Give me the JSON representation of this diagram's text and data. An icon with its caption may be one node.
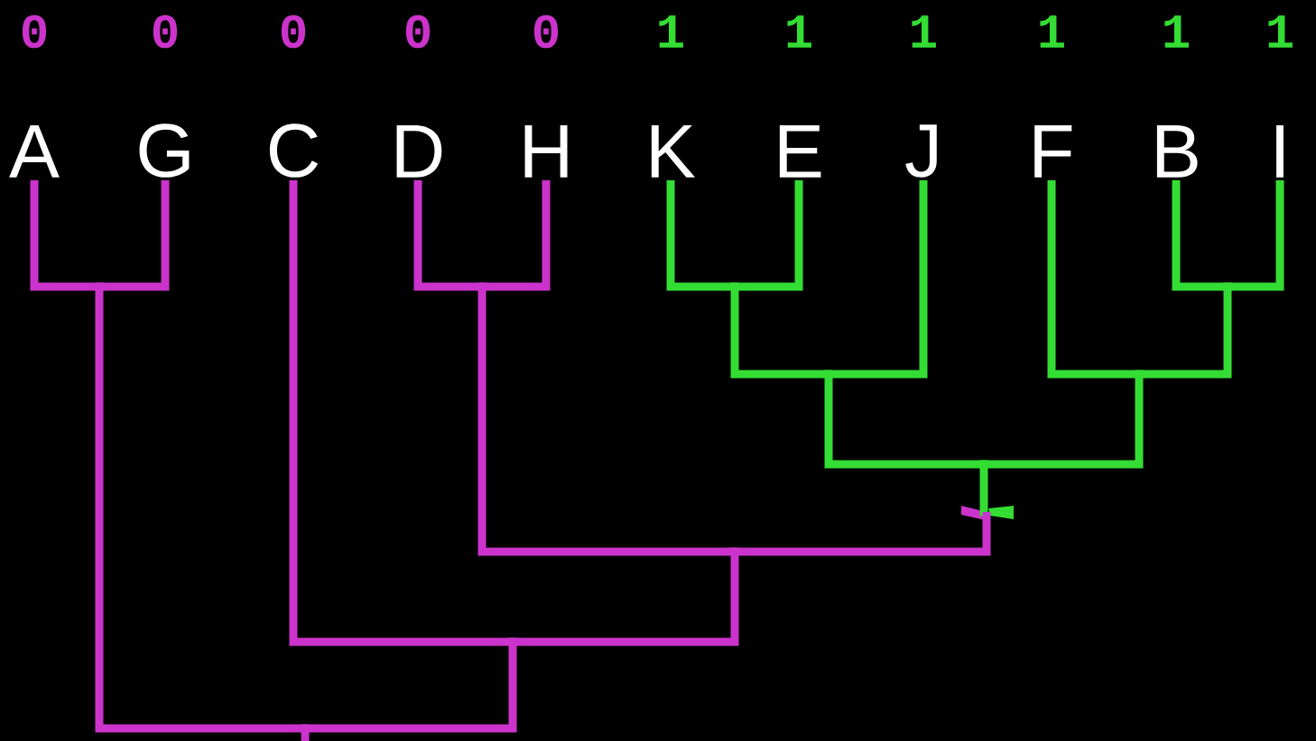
{
  "diagram": {
    "nodes": [
      {
        "text": [
          "A"
        ],
        "beside": [
          "0"
        ]
      },
      {
        "text": [
          "G"
        ],
        "beside": [
          "0"
        ]
      },
      {
        "text": [
          "C"
        ],
        "beside": [
          "0"
        ]
      },
      {
        "text": [
          "D"
        ],
        "beside": [
          "0"
        ]
      },
      {
        "text": [
          "H"
        ],
        "beside": [
          "0"
        ]
      },
      {
        "text": [
          "K"
        ],
        "beside": [
          "1"
        ]
      },
      {
        "text": [
          "E"
        ],
        "beside": [
          "1"
        ]
      },
      {
        "text": [
          "J"
        ],
        "beside": [
          "1"
        ]
      },
      {
        "text": [
          "F"
        ],
        "beside": [
          "1"
        ]
      },
      {
        "text": [
          "B"
        ],
        "beside": [
          "1"
        ]
      },
      {
        "text": [
          "I"
        ],
        "beside": [
          "1"
        ]
      },
      {
        "text": [],
        "shape": "junction"
      },
      {
        "text": [],
        "shape": "junction"
      },
      {
        "text": [],
        "shape": "junction"
      },
      {
        "text": [],
        "shape": "junction"
      },
      {
        "text": [],
        "shape": "junction"
      },
      {
        "text": [],
        "shape": "junction"
      },
      {
        "text": [],
        "shape": "junction"
      },
      {
        "text": [],
        "shape": "bar"
      },
      {
        "text": [],
        "shape": "junction"
      },
      {
        "text": [],
        "shape": "junction"
      },
      {
        "text": [],
        "shape": "junction"
      }
    ],
    "edges": [
      {
        "from": 11,
        "to": 0,
        "arrow": "none",
        "color": "#cc33cc"
      },
      {
        "from": 11,
        "to": 1,
        "arrow": "none",
        "color": "#cc33cc"
      },
      {
        "from": 12,
        "to": 3,
        "arrow": "none",
        "color": "#cc33cc"
      },
      {
        "from": 12,
        "to": 4,
        "arrow": "none",
        "color": "#cc33cc"
      },
      {
        "from": 13,
        "to": 5,
        "arrow": "none",
        "color": "#33dd33"
      },
      {
        "from": 13,
        "to": 6,
        "arrow": "none",
        "color": "#33dd33"
      },
      {
        "from": 14,
        "to": 13,
        "arrow": "none",
        "color": "#33dd33"
      },
      {
        "from": 14,
        "to": 7,
        "arrow": "none",
        "color": "#33dd33"
      },
      {
        "from": 15,
        "to": 9,
        "arrow": "none",
        "color": "#33dd33"
      },
      {
        "from": 15,
        "to": 10,
        "arrow": "none",
        "color": "#33dd33"
      },
      {
        "from": 16,
        "to": 8,
        "arrow": "none",
        "color": "#33dd33"
      },
      {
        "from": 16,
        "to": 15,
        "arrow": "none",
        "color": "#33dd33"
      },
      {
        "from": 17,
        "to": 14,
        "arrow": "none",
        "color": "#33dd33"
      },
      {
        "from": 17,
        "to": 16,
        "arrow": "none",
        "color": "#33dd33"
      },
      {
        "from": 18,
        "to": 17,
        "arrow": "none",
        "color": "#33dd33"
      },
      {
        "from": 19,
        "to": 12,
        "arrow": "none",
        "color": "#cc33cc"
      },
      {
        "from": 19,
        "to": 18,
        "arrow": "none",
        "color": "#cc33cc"
      },
      {
        "from": 20,
        "to": 2,
        "arrow": "none",
        "color": "#cc33cc"
      },
      {
        "from": 20,
        "to": 19,
        "arrow": "none",
        "color": "#cc33cc"
      },
      {
        "from": 21,
        "to": 11,
        "arrow": "none",
        "color": "#cc33cc"
      },
      {
        "from": 21,
        "to": 20,
        "arrow": "none",
        "color": "#cc33cc"
      },
      {
        "from": null,
        "to": 21,
        "arrow": "none",
        "color": "#cc33cc"
      }
    ]
  }
}
